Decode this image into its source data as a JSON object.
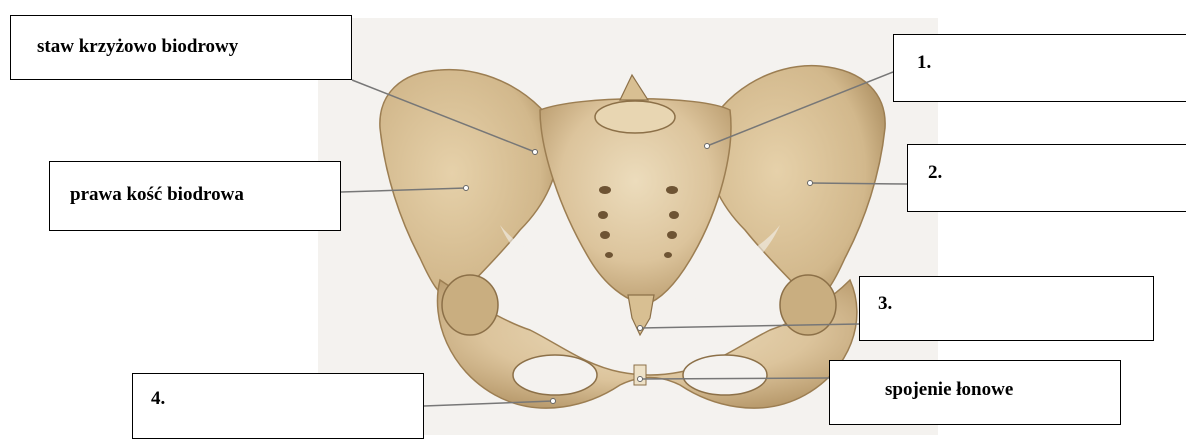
{
  "figure": {
    "labels": {
      "sacroiliac": "staw krzyżowo biodrowy",
      "right_hip": "prawa kość biodrowa",
      "symphysis": "spojenie łonowe",
      "blank1": "1.",
      "blank2": "2.",
      "blank3": "3.",
      "blank4": "4."
    }
  },
  "colors": {
    "bone": "#dcc49c",
    "bone_shadow": "#b89a6c",
    "bone_dark": "#8c7048",
    "leader_line": "#777777",
    "box_border": "#000000"
  }
}
